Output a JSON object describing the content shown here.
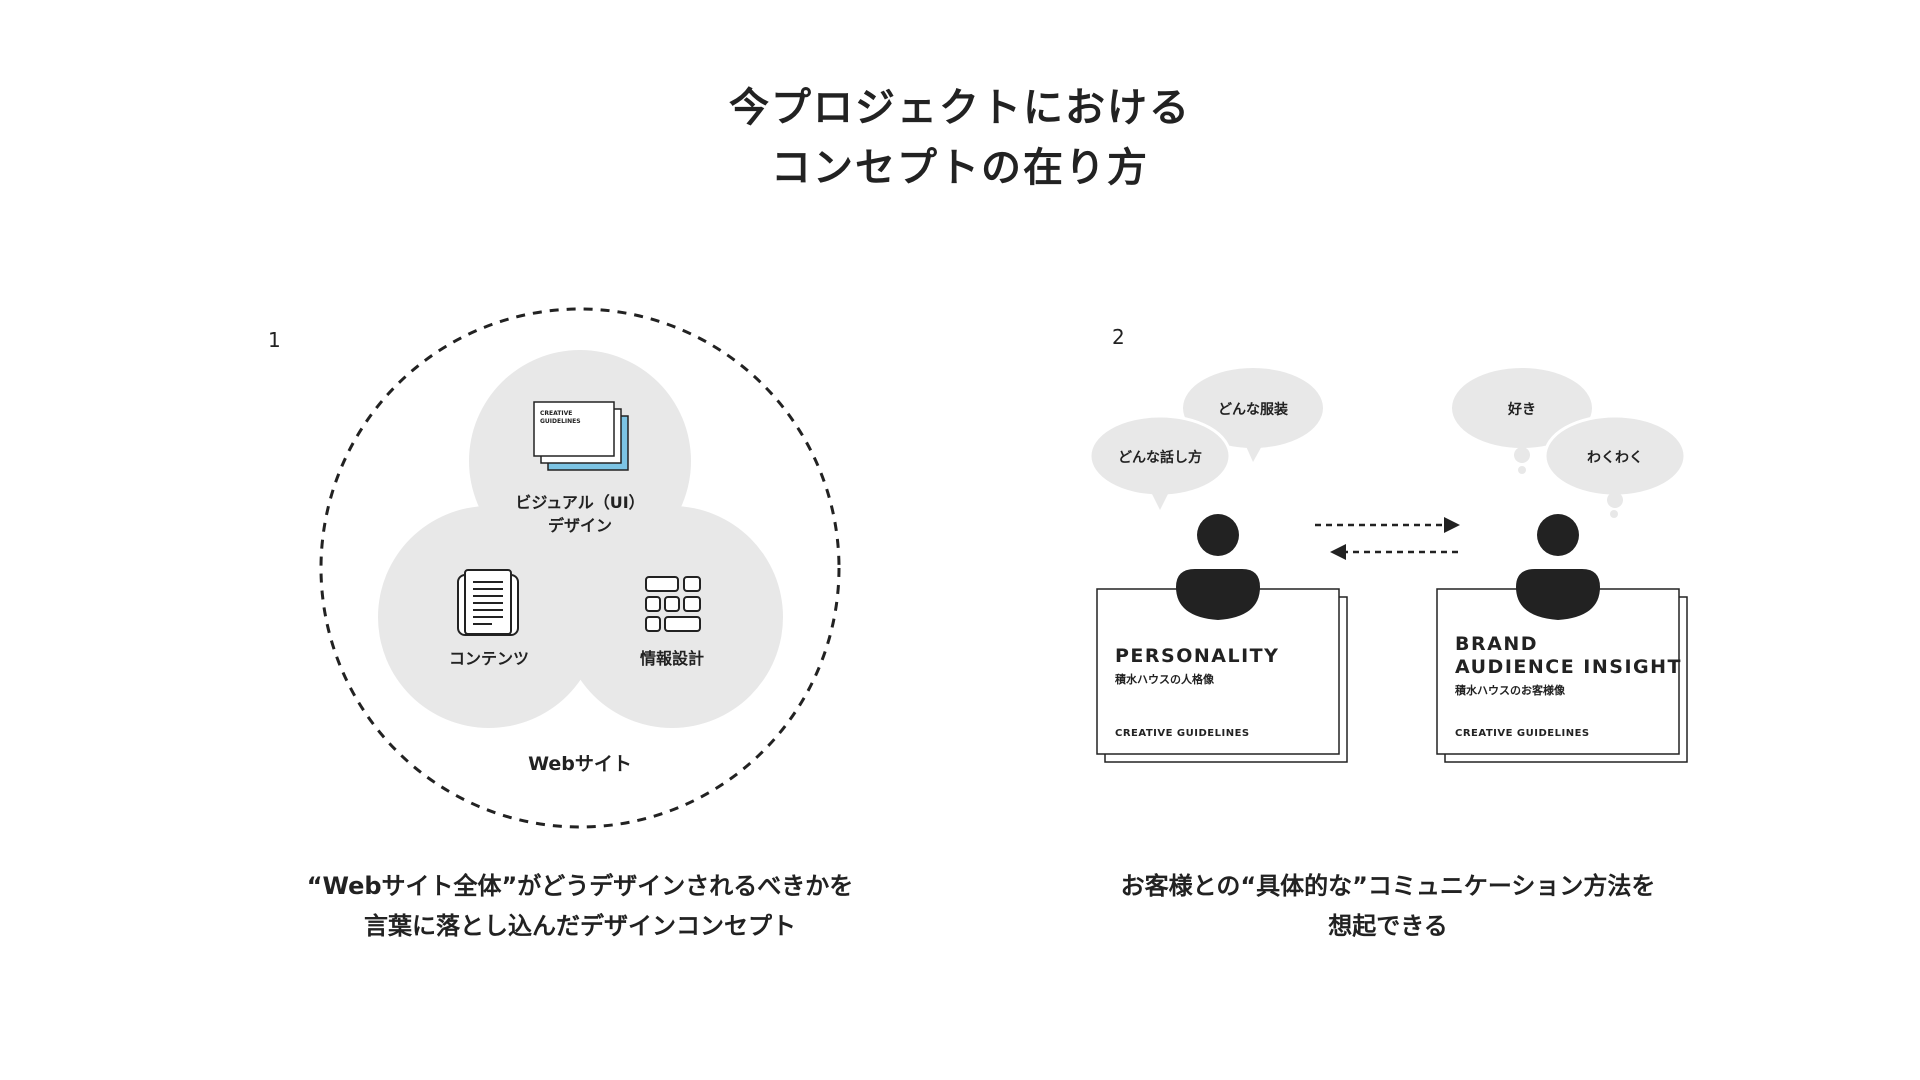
{
  "title": {
    "line1": "今プロジェクトにおける",
    "line2": "コンセプトの在り方"
  },
  "panel1": {
    "number": "1",
    "visual_label_line1": "ビジュアル（UI）",
    "visual_label_line2": "デザイン",
    "contents_label": "コンテンツ",
    "ia_label": "情報設計",
    "outer_label": "Webサイト",
    "card_text_line1": "CREATIVE",
    "card_text_line2": "GUIDELINES",
    "caption_line1": "“Webサイト全体”がどうデザインされるべきかを",
    "caption_line2": "言葉に落とし込んだデザインコンセプト",
    "colors": {
      "circle": "#e8e8e8",
      "card_accent": "#7cc4e4"
    },
    "icons": [
      "document-stack-icon",
      "article-icon",
      "grid-layout-icon"
    ]
  },
  "panel2": {
    "number": "2",
    "bubbles_left": [
      "どんな服装",
      "どんな話し方"
    ],
    "bubbles_right": [
      "好き",
      "わくわく"
    ],
    "card_left": {
      "title": "PERSONALITY",
      "subtitle": "積水ハウスの人格像",
      "footer": "CREATIVE GUIDELINES"
    },
    "card_right": {
      "title_line1": "BRAND",
      "title_line2": "AUDIENCE INSIGHT",
      "subtitle": "積水ハウスのお客様像",
      "footer": "CREATIVE GUIDELINES"
    },
    "caption_line1": "お客様との“具体的な”コミュニケーション方法を",
    "caption_line2": "想起できる",
    "colors": {
      "bubble": "#e8e8e8",
      "person": "#222222"
    },
    "icons": [
      "person-icon",
      "arrow-right-icon",
      "arrow-left-icon"
    ]
  }
}
